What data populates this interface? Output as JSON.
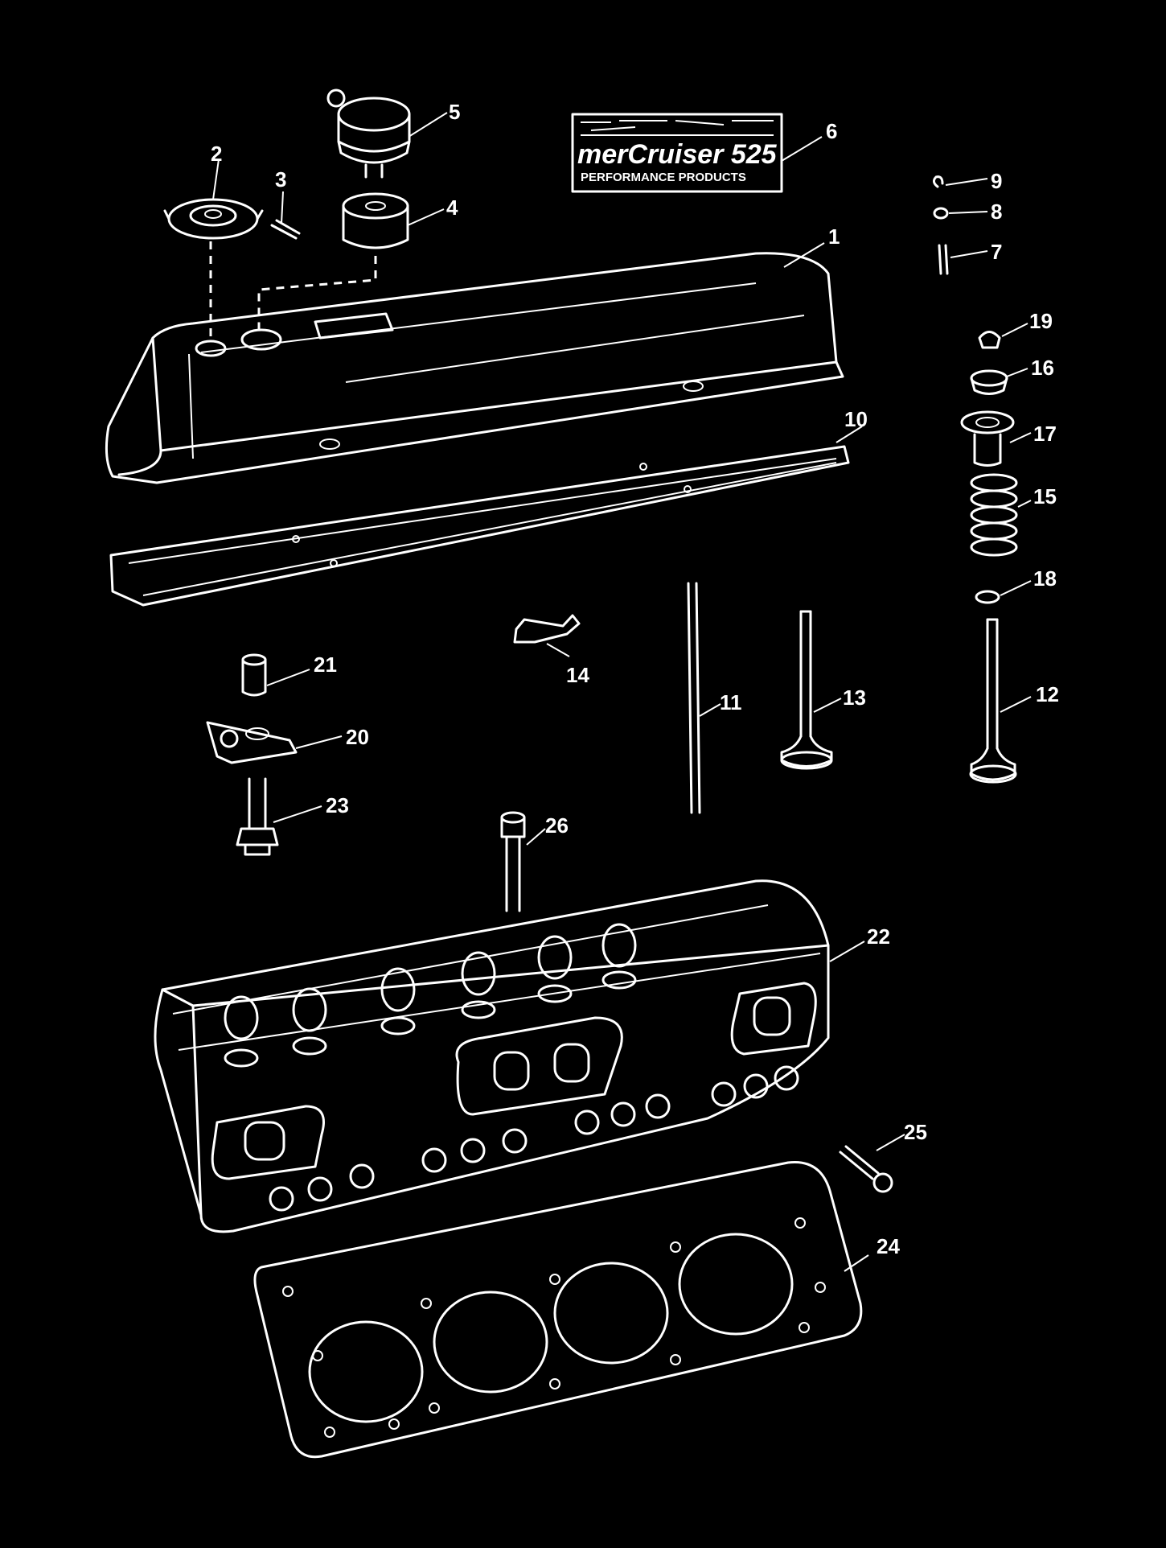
{
  "diagram": {
    "logo": {
      "brand": "merCruiser 525",
      "tagline": "PERFORMANCE PRODUCTS"
    },
    "callouts": [
      {
        "id": "1",
        "text": "1"
      },
      {
        "id": "2",
        "text": "2"
      },
      {
        "id": "3",
        "text": "3"
      },
      {
        "id": "4",
        "text": "4"
      },
      {
        "id": "5",
        "text": "5"
      },
      {
        "id": "6",
        "text": "6"
      },
      {
        "id": "7",
        "text": "7"
      },
      {
        "id": "8",
        "text": "8"
      },
      {
        "id": "9",
        "text": "9"
      },
      {
        "id": "10",
        "text": "10"
      },
      {
        "id": "11",
        "text": "11"
      },
      {
        "id": "12",
        "text": "12"
      },
      {
        "id": "13",
        "text": "13"
      },
      {
        "id": "14",
        "text": "14"
      },
      {
        "id": "15",
        "text": "15"
      },
      {
        "id": "16",
        "text": "16"
      },
      {
        "id": "17",
        "text": "17"
      },
      {
        "id": "18",
        "text": "18"
      },
      {
        "id": "19",
        "text": "19"
      },
      {
        "id": "20",
        "text": "20"
      },
      {
        "id": "21",
        "text": "21"
      },
      {
        "id": "22",
        "text": "22"
      },
      {
        "id": "23",
        "text": "23"
      },
      {
        "id": "24",
        "text": "24"
      },
      {
        "id": "25",
        "text": "25"
      },
      {
        "id": "26",
        "text": "26"
      }
    ]
  },
  "colors": {
    "background": "#000000",
    "line": "#ffffff"
  }
}
